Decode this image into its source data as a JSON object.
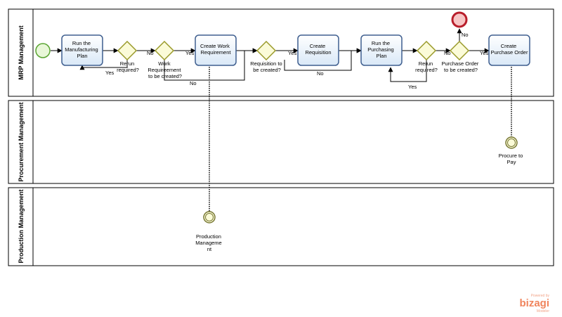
{
  "lanes": [
    {
      "label": "MRP Management"
    },
    {
      "label": "Procurement Management"
    },
    {
      "label": "Production Management"
    }
  ],
  "tasks": [
    {
      "lines": [
        "Run the",
        "Manufacturing",
        "Plan"
      ]
    },
    {
      "lines": [
        "Create  Work",
        "Requirement"
      ]
    },
    {
      "lines": [
        "Create",
        "Requisition"
      ]
    },
    {
      "lines": [
        "Run the",
        "Purchasing",
        "Plan"
      ]
    },
    {
      "lines": [
        "Create",
        "Purchase Order"
      ]
    }
  ],
  "gateways": [
    {
      "lines": [
        "Rerun",
        "required?"
      ]
    },
    {
      "lines": [
        "Work",
        "Requireement",
        "to be created?"
      ]
    },
    {
      "lines": [
        "Requisition to",
        "be created?"
      ]
    },
    {
      "lines": [
        "Rerun",
        "required?"
      ]
    },
    {
      "lines": [
        "Purchase Order",
        "to be created?"
      ]
    }
  ],
  "flow_labels": {
    "yes": "Yes",
    "no": "No"
  },
  "intermediate_events": [
    {
      "lines": [
        "Procure to",
        "Pay"
      ]
    },
    {
      "lines": [
        "Production",
        "Manageme",
        "nt"
      ]
    }
  ],
  "branding": {
    "powered_by": "Powered by",
    "name": "bizagi",
    "product": "Modeler"
  },
  "colors": {
    "task_fill": "#e8f1fa",
    "task_stroke": "#3f5f8f",
    "gateway_fill": "#fbfbd8",
    "gateway_stroke": "#9a9a2a",
    "start_fill": "#e8f7d8",
    "start_stroke": "#5aa532",
    "end_fill": "#f7c6c6",
    "end_stroke": "#b81e2b",
    "inter_fill": "#fbfbd8",
    "inter_stroke": "#777733",
    "brand": "#f0845c"
  }
}
